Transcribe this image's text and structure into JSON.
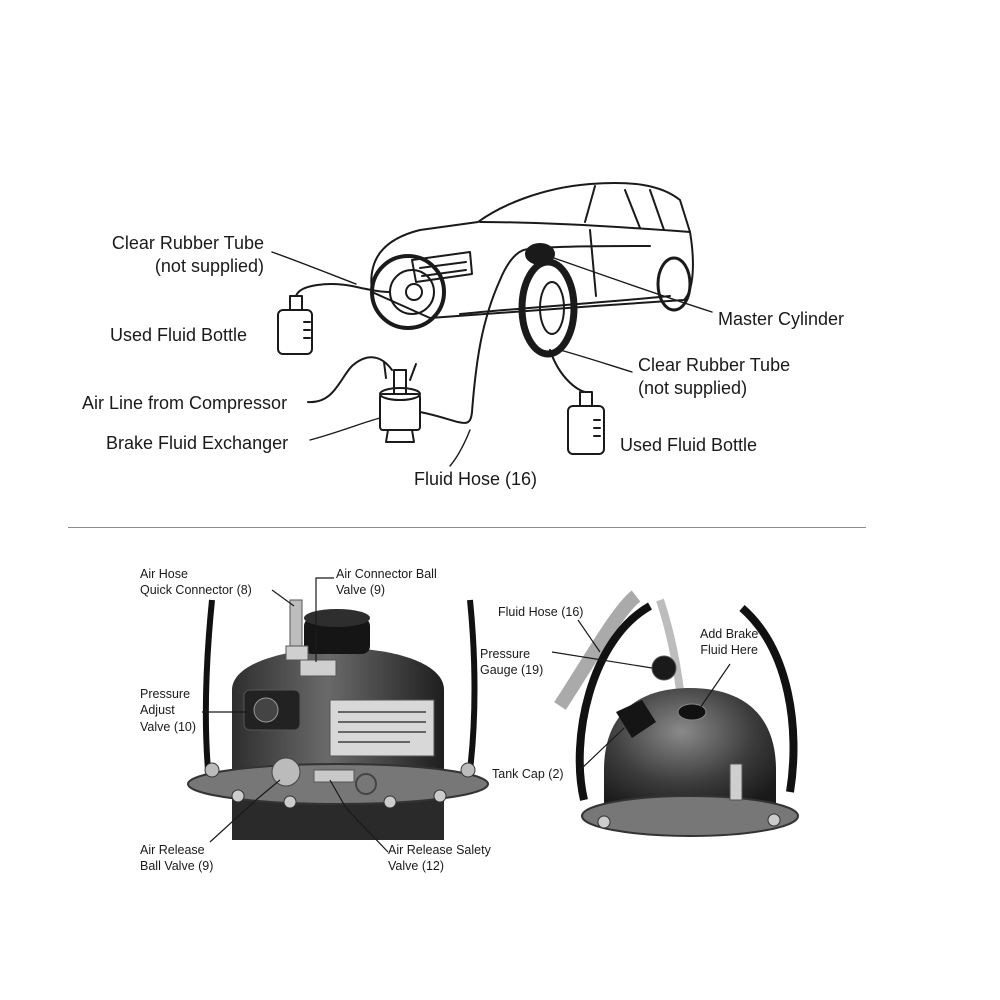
{
  "top_diagram": {
    "labels": {
      "clear_tube_left_1": "Clear Rubber Tube",
      "clear_tube_left_2": "(not supplied)",
      "used_bottle_left": "Used Fluid Bottle",
      "air_line": "Air Line from Compressor",
      "exchanger": "Brake Fluid Exchanger",
      "fluid_hose": "Fluid Hose (16)",
      "master_cylinder": "Master Cylinder",
      "clear_tube_right_1": "Clear Rubber Tube",
      "clear_tube_right_2": "(not supplied)",
      "used_bottle_right": "Used Fluid Bottle"
    }
  },
  "bottom_left_photo": {
    "labels": {
      "air_hose_qc_1": "Air Hose",
      "air_hose_qc_2": "Quick Connector (8)",
      "air_conn_ball_1": "Air Connector Ball",
      "air_conn_ball_2": "Valve (9)",
      "pressure_adjust_1": "Pressure",
      "pressure_adjust_2": "Adjust",
      "pressure_adjust_3": "Valve (10)",
      "air_release_ball_1": "Air Release",
      "air_release_ball_2": "Ball Valve (9)",
      "air_release_safety_1": "Air Release Salety",
      "air_release_safety_2": "Valve (12)"
    }
  },
  "bottom_right_photo": {
    "labels": {
      "fluid_hose": "Fluid Hose (16)",
      "pressure_gauge_1": "Pressure",
      "pressure_gauge_2": "Gauge (19)",
      "add_fluid_1": "Add Brake",
      "add_fluid_2": "Fluid Here",
      "tank_cap": "Tank Cap (2)"
    }
  }
}
